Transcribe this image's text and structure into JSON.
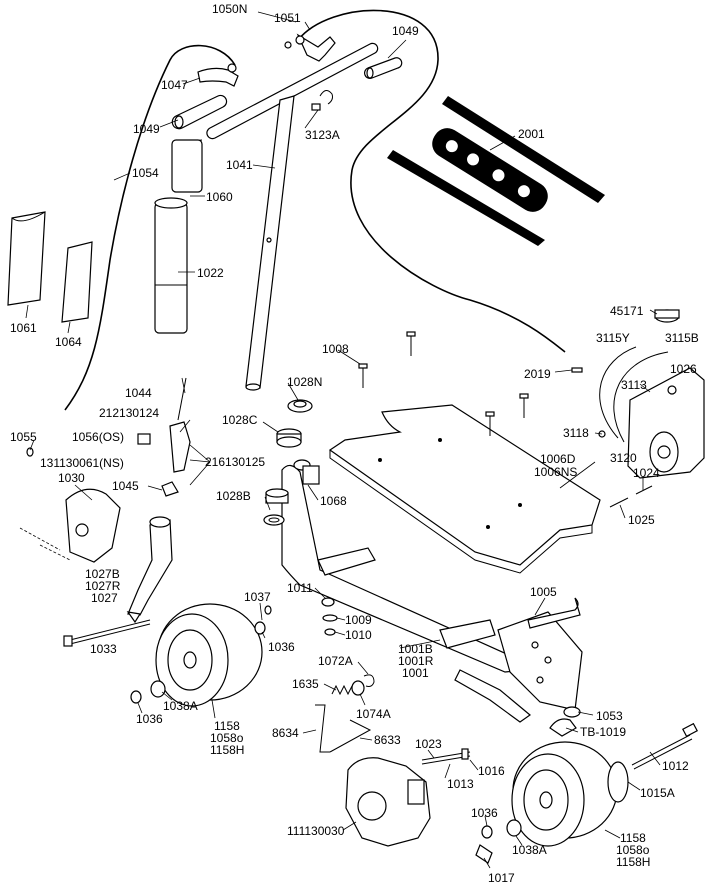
{
  "labels": [
    {
      "id": "l-1050n",
      "text": "1050N"
    },
    {
      "id": "l-1051",
      "text": "1051"
    },
    {
      "id": "l-1049a",
      "text": "1049"
    },
    {
      "id": "l-1047",
      "text": "1047"
    },
    {
      "id": "l-1049b",
      "text": "1049"
    },
    {
      "id": "l-3123a",
      "text": "3123A"
    },
    {
      "id": "l-2001",
      "text": "2001"
    },
    {
      "id": "l-1054",
      "text": "1054"
    },
    {
      "id": "l-1041",
      "text": "1041"
    },
    {
      "id": "l-1060",
      "text": "1060"
    },
    {
      "id": "l-1022",
      "text": "1022"
    },
    {
      "id": "l-1061",
      "text": "1061"
    },
    {
      "id": "l-1064",
      "text": "1064"
    },
    {
      "id": "l-45171",
      "text": "45171"
    },
    {
      "id": "l-3115y",
      "text": "3115Y"
    },
    {
      "id": "l-3115b",
      "text": "3115B"
    },
    {
      "id": "l-1008",
      "text": "1008"
    },
    {
      "id": "l-1028n",
      "text": "1028N"
    },
    {
      "id": "l-2019",
      "text": "2019"
    },
    {
      "id": "l-3113",
      "text": "3113"
    },
    {
      "id": "l-1026",
      "text": "1026"
    },
    {
      "id": "l-1044",
      "text": "1044"
    },
    {
      "id": "l-212130124",
      "text": "212130124"
    },
    {
      "id": "l-1028c",
      "text": "1028C"
    },
    {
      "id": "l-1055",
      "text": "1055"
    },
    {
      "id": "l-1056os",
      "text": "1056(OS)"
    },
    {
      "id": "l-131130061",
      "text": "131130061(NS)"
    },
    {
      "id": "l-216130125",
      "text": "216130125"
    },
    {
      "id": "l-3118",
      "text": "3118"
    },
    {
      "id": "l-3120",
      "text": "3120"
    },
    {
      "id": "l-1006d",
      "text": "1006D"
    },
    {
      "id": "l-1006ns",
      "text": "1006NS"
    },
    {
      "id": "l-1030",
      "text": "1030"
    },
    {
      "id": "l-1045",
      "text": "1045"
    },
    {
      "id": "l-1068",
      "text": "1068"
    },
    {
      "id": "l-1024",
      "text": "1024"
    },
    {
      "id": "l-1028b",
      "text": "1028B"
    },
    {
      "id": "l-1025",
      "text": "1025"
    },
    {
      "id": "l-1027b",
      "text": "1027B"
    },
    {
      "id": "l-1027r",
      "text": "1027R"
    },
    {
      "id": "l-1027",
      "text": "1027"
    },
    {
      "id": "l-1011",
      "text": "1011"
    },
    {
      "id": "l-1005",
      "text": "1005"
    },
    {
      "id": "l-1037",
      "text": "1037"
    },
    {
      "id": "l-1009",
      "text": "1009"
    },
    {
      "id": "l-1010",
      "text": "1010"
    },
    {
      "id": "l-1033",
      "text": "1033"
    },
    {
      "id": "l-1036a",
      "text": "1036"
    },
    {
      "id": "l-1001b",
      "text": "1001B"
    },
    {
      "id": "l-1001r",
      "text": "1001R"
    },
    {
      "id": "l-1001",
      "text": "1001"
    },
    {
      "id": "l-1072a",
      "text": "1072A"
    },
    {
      "id": "l-1635",
      "text": "1635"
    },
    {
      "id": "l-1074a",
      "text": "1074A"
    },
    {
      "id": "l-1053",
      "text": "1053"
    },
    {
      "id": "l-tb1019",
      "text": "TB-1019"
    },
    {
      "id": "l-1036b",
      "text": "1036"
    },
    {
      "id": "l-1038a",
      "text": "1038A"
    },
    {
      "id": "l-1158a",
      "text": "1158"
    },
    {
      "id": "l-1058oa",
      "text": "1058o"
    },
    {
      "id": "l-1158ha",
      "text": "1158H"
    },
    {
      "id": "l-8634",
      "text": "8634"
    },
    {
      "id": "l-8633",
      "text": "8633"
    },
    {
      "id": "l-1023",
      "text": "1023"
    },
    {
      "id": "l-1012",
      "text": "1012"
    },
    {
      "id": "l-1016",
      "text": "1016"
    },
    {
      "id": "l-1013",
      "text": "1013"
    },
    {
      "id": "l-1015a",
      "text": "1015A"
    },
    {
      "id": "l-111130030",
      "text": "111130030"
    },
    {
      "id": "l-1036c",
      "text": "1036"
    },
    {
      "id": "l-1038a2",
      "text": "1038A"
    },
    {
      "id": "l-1158b",
      "text": "1158"
    },
    {
      "id": "l-1058ob",
      "text": "1058o"
    },
    {
      "id": "l-1158hb",
      "text": "1158H"
    },
    {
      "id": "l-1017",
      "text": "1017"
    }
  ]
}
